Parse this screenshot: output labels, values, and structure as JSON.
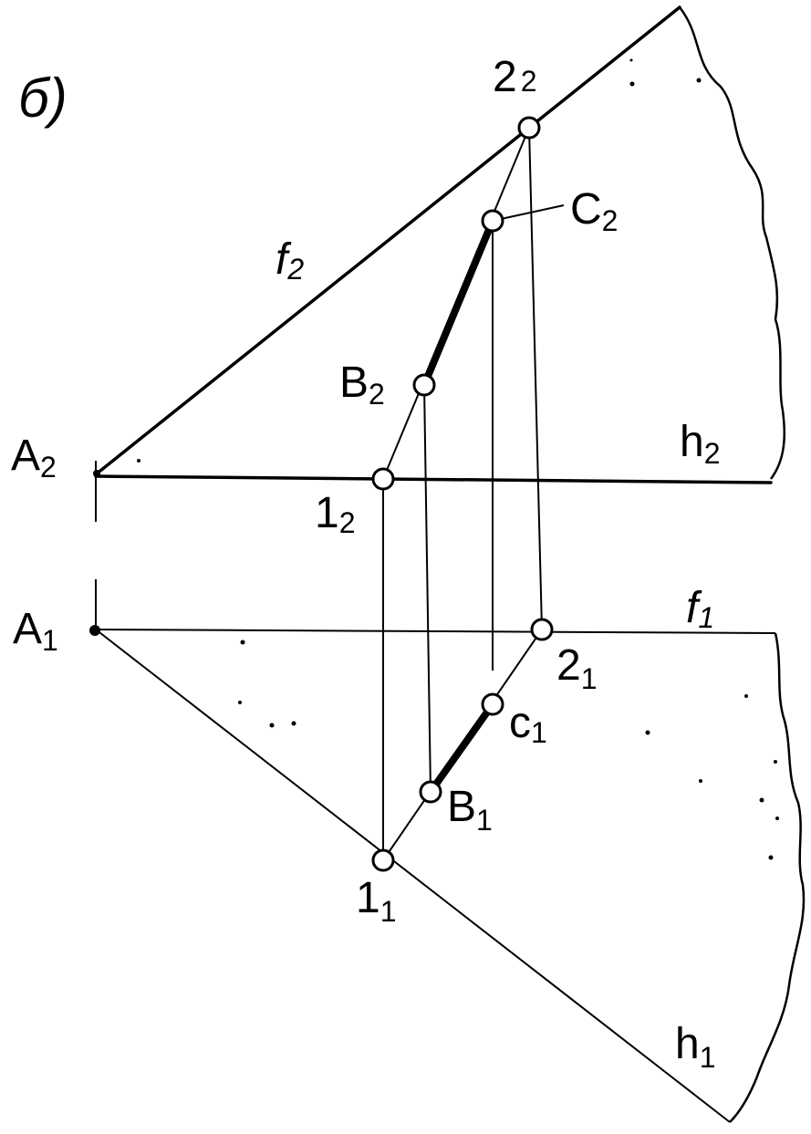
{
  "figure_label": "б)",
  "labels": {
    "A2": {
      "main": "A",
      "sub": "2"
    },
    "A1": {
      "main": "A",
      "sub": "1"
    },
    "B2": {
      "main": "B",
      "sub": "2"
    },
    "B1": {
      "main": "B",
      "sub": "1"
    },
    "C2": {
      "main": "C",
      "sub": "2"
    },
    "C1": {
      "main": "c",
      "sub": "1"
    },
    "p12": {
      "main": "1",
      "sub": "2"
    },
    "p11": {
      "main": "1",
      "sub": "1"
    },
    "p22": {
      "main": "2",
      "sub": "2"
    },
    "p21": {
      "main": "2",
      "sub": "1"
    },
    "f2": {
      "main": "f",
      "sub": "2"
    },
    "f1": {
      "main": "f",
      "sub": "1"
    },
    "h2": {
      "main": "h",
      "sub": "2"
    },
    "h1": {
      "main": "h",
      "sub": "1"
    }
  }
}
